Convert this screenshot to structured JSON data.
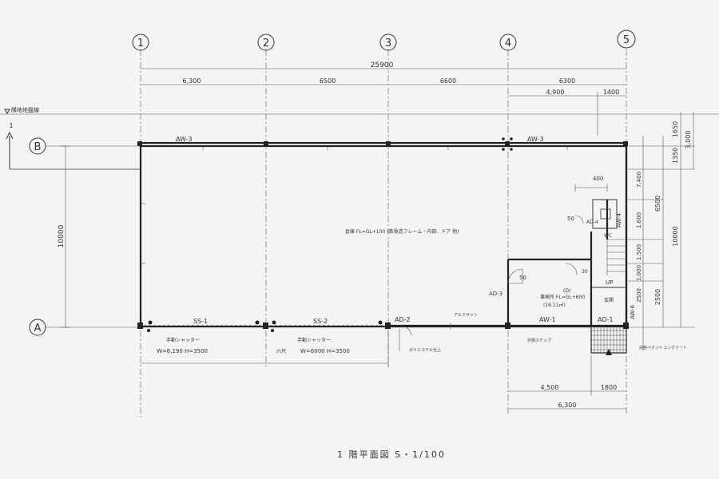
{
  "grid": {
    "columns": [
      "1",
      "2",
      "3",
      "4",
      "5"
    ],
    "rows": [
      "B",
      "A"
    ]
  },
  "dimensions_top": {
    "overall": "25900",
    "spans": [
      "6,300",
      "6500",
      "6600",
      "6300"
    ],
    "sub": [
      "4,900",
      "1400"
    ]
  },
  "dimensions_left": {
    "overall": "10000"
  },
  "dimensions_right": {
    "top": [
      "1650",
      "1350"
    ],
    "top_total": "3,000",
    "mid": [
      "7,400",
      "6500",
      "10000",
      "1,600",
      "1,500",
      "1,000",
      "2500",
      "2500"
    ]
  },
  "dimensions_bottom": {
    "sub": [
      "4,500",
      "1800"
    ],
    "total": "6,300"
  },
  "labels": {
    "ground_level": "隣地地盤線",
    "section_mark": "1",
    "aw3_left": "AW-3",
    "aw3_right": "AW-3",
    "aw1": "AW-1",
    "aw4": "AW-4",
    "aw6": "AW-6",
    "ss1": "SS-1",
    "ss2": "SS-2",
    "ad1": "AD-1",
    "ad2": "AD-2",
    "ad3": "AD-3",
    "ad4": "AD-4",
    "floor_note": "倉庫 FL=GL+100 (鉄骨造フレーム・内部、ドア 他)",
    "office": "事務所 FL=GL+600",
    "office_area": "(16.11㎡)",
    "up": "UP",
    "entrance": "玄関",
    "wc": "WC",
    "shutter1": "手動シャッター",
    "shutter1_size": "W=6,190  H=3500",
    "shutter2": "手動シャッター",
    "shutter2_size": "W=6000  H=3500",
    "shutter2_prefix": "六尺",
    "note_ad2": "ポリエステル仕上",
    "note_aw1": "アルミサッシ",
    "note_right": "白色ペイントコンクリート",
    "note_entry": "外部ステップ",
    "dim_400": "400",
    "dim_50a": "50",
    "dim_50b": "50",
    "dim_d": "(D)",
    "dim_30": "30",
    "title": "1 階平面図  S・1/100"
  }
}
